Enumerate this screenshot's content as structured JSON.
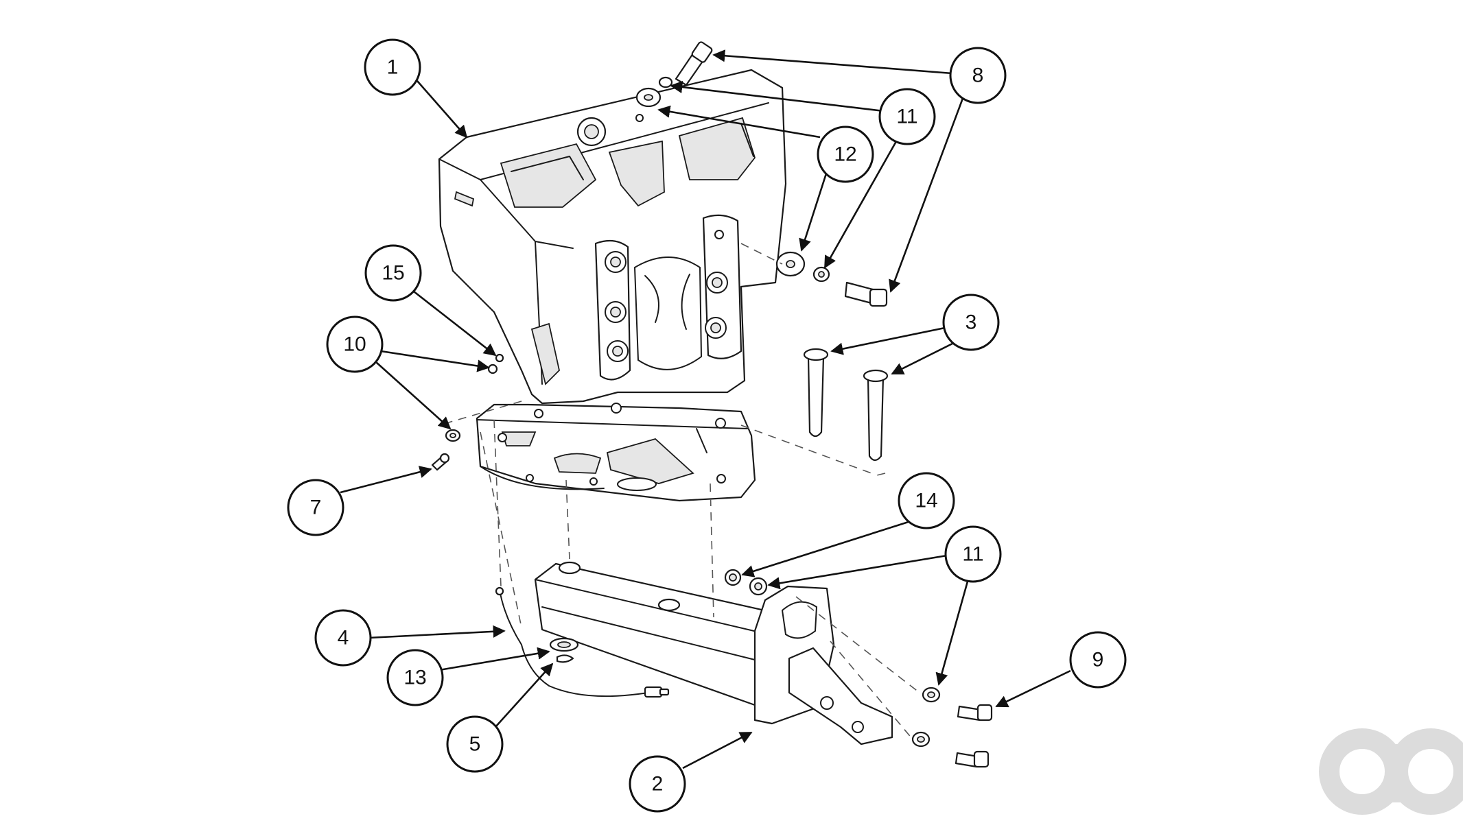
{
  "diagram": {
    "type": "exploded-parts-diagram",
    "callouts": [
      {
        "label": "1"
      },
      {
        "label": "8"
      },
      {
        "label": "11"
      },
      {
        "label": "12"
      },
      {
        "label": "15"
      },
      {
        "label": "10"
      },
      {
        "label": "3"
      },
      {
        "label": "7"
      },
      {
        "label": "14"
      },
      {
        "label": "11"
      },
      {
        "label": "4"
      },
      {
        "label": "13"
      },
      {
        "label": "9"
      },
      {
        "label": "5"
      },
      {
        "label": "2"
      }
    ]
  },
  "colors": {
    "line": "#1a1a1a",
    "background": "#ffffff",
    "watermark": "#dcdcdc"
  },
  "watermark": {
    "icon": "brand-logo-icon"
  }
}
